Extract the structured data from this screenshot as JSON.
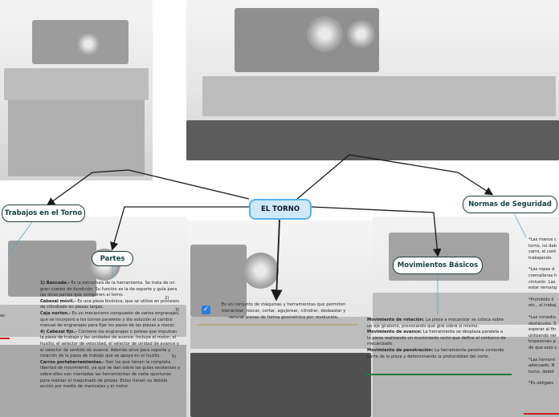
{
  "center": {
    "title": "EL TORNO"
  },
  "description": "Es un conjunto de máquinas y herramientas que permiten mecanizar, roscar, cortar, agujerear, cilindrar, desbastar y ranurar piezas de forma geométrica por revolución.",
  "topics": {
    "trabajos": {
      "title": "Trabajos en el Torno"
    },
    "partes": {
      "title": "Partes",
      "items": [
        {
          "term": "1) Bancada.-",
          "text": " Es la estructura de la herramienta. Se trata de un gran cuerpo de fundición. Su función es la de soporte y guía para las otras partes que componen el torno."
        },
        {
          "term": "Cabezal móvil.-",
          "text": " Es una pieza bicónica, que se utiliza en procesos de cilindrado en piezas largas."
        },
        {
          "term": "Caja norton.-",
          "text": " Es un mecanismo compuesto de varios engranajes, que se incorporó a los tornos paralelos y dio solución al cambio manual de engranajes para fijar los pasos de las piezas a roscar."
        },
        {
          "term": "4) Cabezal fijo.-",
          "text": " Contiene los engranajes o poleas que impulsan la pieza de trabajo y las unidades de avance. Incluye el motor, el husillo, el selector de velocidad, el selector de unidad de avance y el selector de sentido de avance. Además sirve para soporte y rotación de la pieza de trabajo que se apoya en el husillo."
        },
        {
          "term": "Carros portaherramientas.-",
          "text": " Son los que tienen la completa libertad de movimiento, ya que se dan sobre las guías existentes y sobre ellos van montadas las herramientas de corte oportunas para realizar el maquinado de piezas. Estos tienen su debida acción por medio de manivelas y el motor."
        }
      ],
      "margin_numbers": [
        "2)",
        "3)",
        "5)"
      ]
    },
    "movimientos": {
      "title": "Movimientos Básicos",
      "items": [
        {
          "term": "Movimiento de rotación:",
          "text": " La pieza a mecanizar se coloca sobre un eje giratorio, provocando que gire sobre sí mismo."
        },
        {
          "term": "Movimiento de avance:",
          "text": " La herramienta se desplaza paralela a la pieza realizando un movimiento recto que define el contorno de mecanizado."
        },
        {
          "term": "Movimiento de penetración:",
          "text": " La herramienta penetra cortando parte de la pieza y determinando la profundidad del corte."
        }
      ]
    },
    "normas": {
      "title": "Normas de Seguridad",
      "lines": [
        "*Las manos c",
        "torno, no deb",
        "carro, el cont",
        "trabajando.",
        "*Las ropas d",
        "cremalleras h",
        "cinturón. Las",
        "estar remang",
        "*Prohibido ll",
        "etc., al trabaj",
        "*Las inmedia",
        "obstáculos. S",
        "esperar al fin",
        "utilizando ser",
        "tropezones p",
        "de que esto s",
        "*Las herrami",
        "adecuado. N",
        "torno, debid",
        "*Es obligato"
      ]
    },
    "left_partial": [
      "as"
    ]
  },
  "colors": {
    "center_fill": "#cfe9f8",
    "center_border": "#57b4e8",
    "node_border": "#1e3a3a",
    "connector": "#1a1a1a",
    "accent_line_gray": "#b9a88a",
    "accent_line_green": "#1f7a3a",
    "accent_line_red": "#d02020",
    "check_blue": "#2b7de0"
  }
}
